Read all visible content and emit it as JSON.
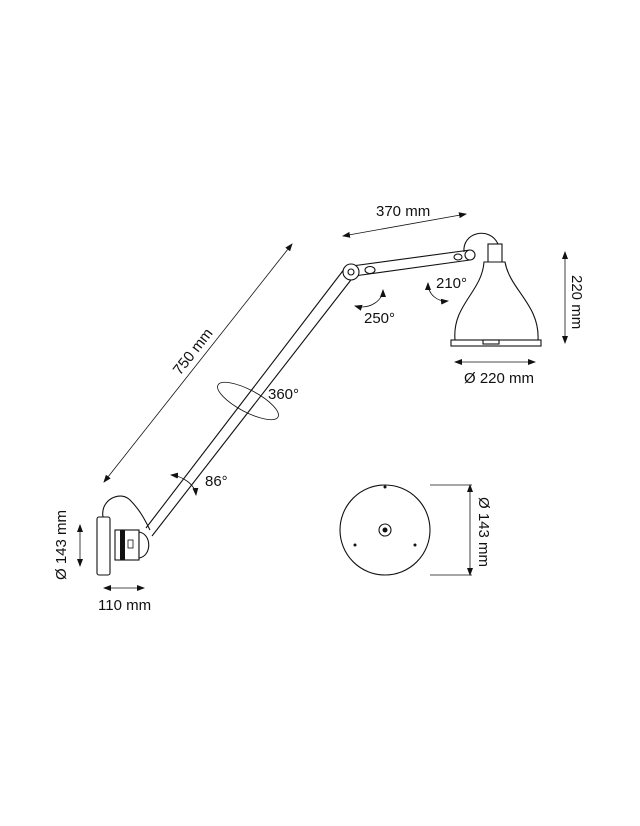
{
  "dimensions": {
    "arm_upper": "370 mm",
    "arm_lower": "750 mm",
    "shade_height": "220 mm",
    "shade_diameter": "Ø 220 mm",
    "base_diameter_side": "Ø 143 mm",
    "base_depth": "110 mm",
    "base_diameter_front": "Ø 143 mm"
  },
  "angles": {
    "shade_rotation": "210°",
    "elbow_rotation": "250°",
    "arm_swivel": "360°",
    "base_tilt": "86°"
  }
}
